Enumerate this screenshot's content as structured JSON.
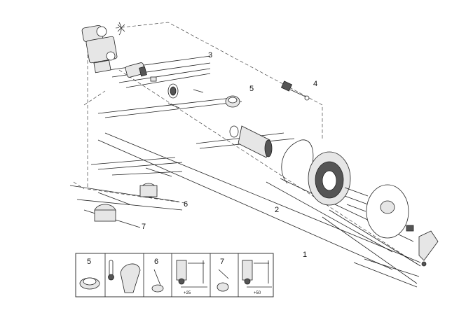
{
  "diagram": {
    "title": "Exploded view: concealed single-lever shower mixer with trim and cartridges",
    "callouts": [
      {
        "label": "1"
      },
      {
        "label": "2"
      },
      {
        "label": "3"
      },
      {
        "label": "4"
      },
      {
        "label": "5"
      },
      {
        "label": "6"
      },
      {
        "label": "7"
      }
    ]
  },
  "legend": {
    "cells": [
      {
        "label": "5"
      },
      {
        "label": ""
      },
      {
        "label": "6"
      },
      {
        "label": ""
      },
      {
        "label": "7"
      },
      {
        "label": ""
      }
    ],
    "dim_a": "+25",
    "dim_b": "+50"
  },
  "colors": {
    "line": "#222222",
    "part_fill": "#e6e6e6",
    "dark_part": "#555555"
  }
}
